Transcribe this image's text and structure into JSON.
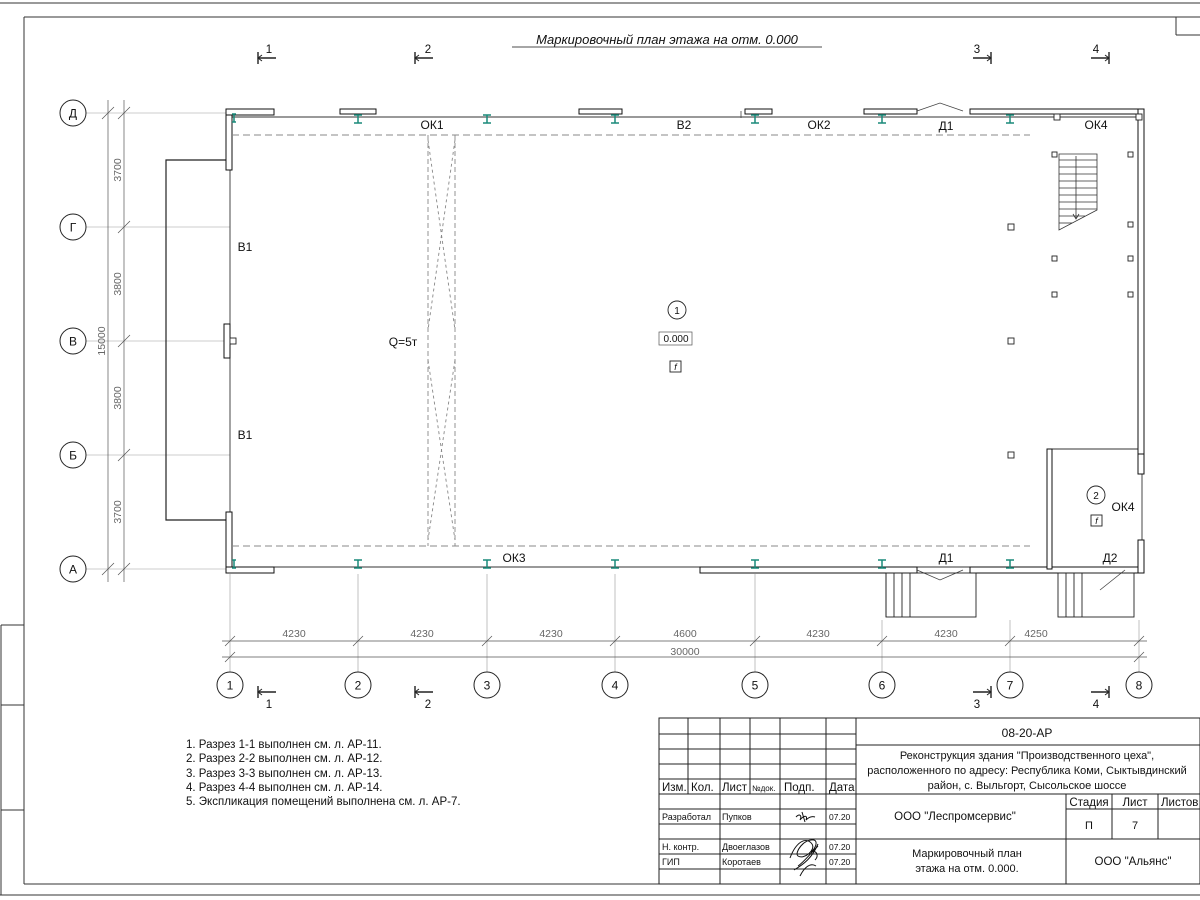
{
  "title": "Маркировочный план этажа на отм. 0.000",
  "axes": {
    "letters": [
      "Д",
      "Г",
      "В",
      "Б",
      "А"
    ],
    "numbers": [
      "1",
      "2",
      "3",
      "4",
      "5",
      "6",
      "7",
      "8"
    ],
    "left_dims": [
      "3700",
      "3800",
      "3800",
      "3700"
    ],
    "left_total": "15000",
    "bottom_dims": [
      "4230",
      "4230",
      "4230",
      "4600",
      "4230",
      "4230",
      "4250"
    ],
    "bottom_total": "30000"
  },
  "sections": {
    "s1": "1",
    "s2": "2",
    "s3": "3",
    "s4": "4"
  },
  "openings": {
    "ok1": "ОК1",
    "v2": "В2",
    "ok2": "ОК2",
    "d1_top": "Д1",
    "ok4_top": "ОК4",
    "v1_upper": "В1",
    "v1_lower": "В1",
    "ok3": "ОК3",
    "d1_bottom": "Д1",
    "ok4_room": "ОК4",
    "d2": "Д2"
  },
  "crane_load": "Q=5т",
  "rooms": {
    "room1": {
      "number": "1",
      "level": "0.000",
      "floor": "f"
    },
    "room2": {
      "number": "2",
      "floor": "f"
    }
  },
  "notes": [
    "1. Разрез 1-1 выполнен см. л. АР-11.",
    "2. Разрез 2-2 выполнен см. л. АР-12.",
    "3. Разрез 3-3 выполнен см. л. АР-13.",
    "4. Разрез 4-4 выполнен см. л. АР-14.",
    "5. Экспликация помещений выполнена см. л. АР-7."
  ],
  "stamp": {
    "code": "08-20-АР",
    "project": [
      "Реконструкция здания \"Производственного цеха\",",
      "расположенного по адресу: Республика Коми, Сыктывдинский",
      "район, с. Выльгорт, Сысольское шоссе"
    ],
    "col_izm": "Изм.",
    "col_kol": "Кол.",
    "col_list": "Лист",
    "col_ndok": "№док.",
    "col_podp": "Подп.",
    "col_data": "Дата",
    "row1_role": "Разработал",
    "row1_name": "Пупков",
    "row1_date": "07.20",
    "row2_role": "Н. контр.",
    "row2_name": "Двоеглазов",
    "row2_date": "07.20",
    "row3_role": "ГИП",
    "row3_name": "Коротаев",
    "row3_date": "07.20",
    "organization": "ООО \"Леспромсервис\"",
    "stage_label": "Стадия",
    "stage_value": "П",
    "sheet_label": "Лист",
    "sheet_value": "7",
    "sheets_label": "Листов",
    "drawing_title": [
      "Маркировочный план",
      "этажа на отм. 0.000."
    ],
    "company": "ООО \"Альянс\""
  }
}
